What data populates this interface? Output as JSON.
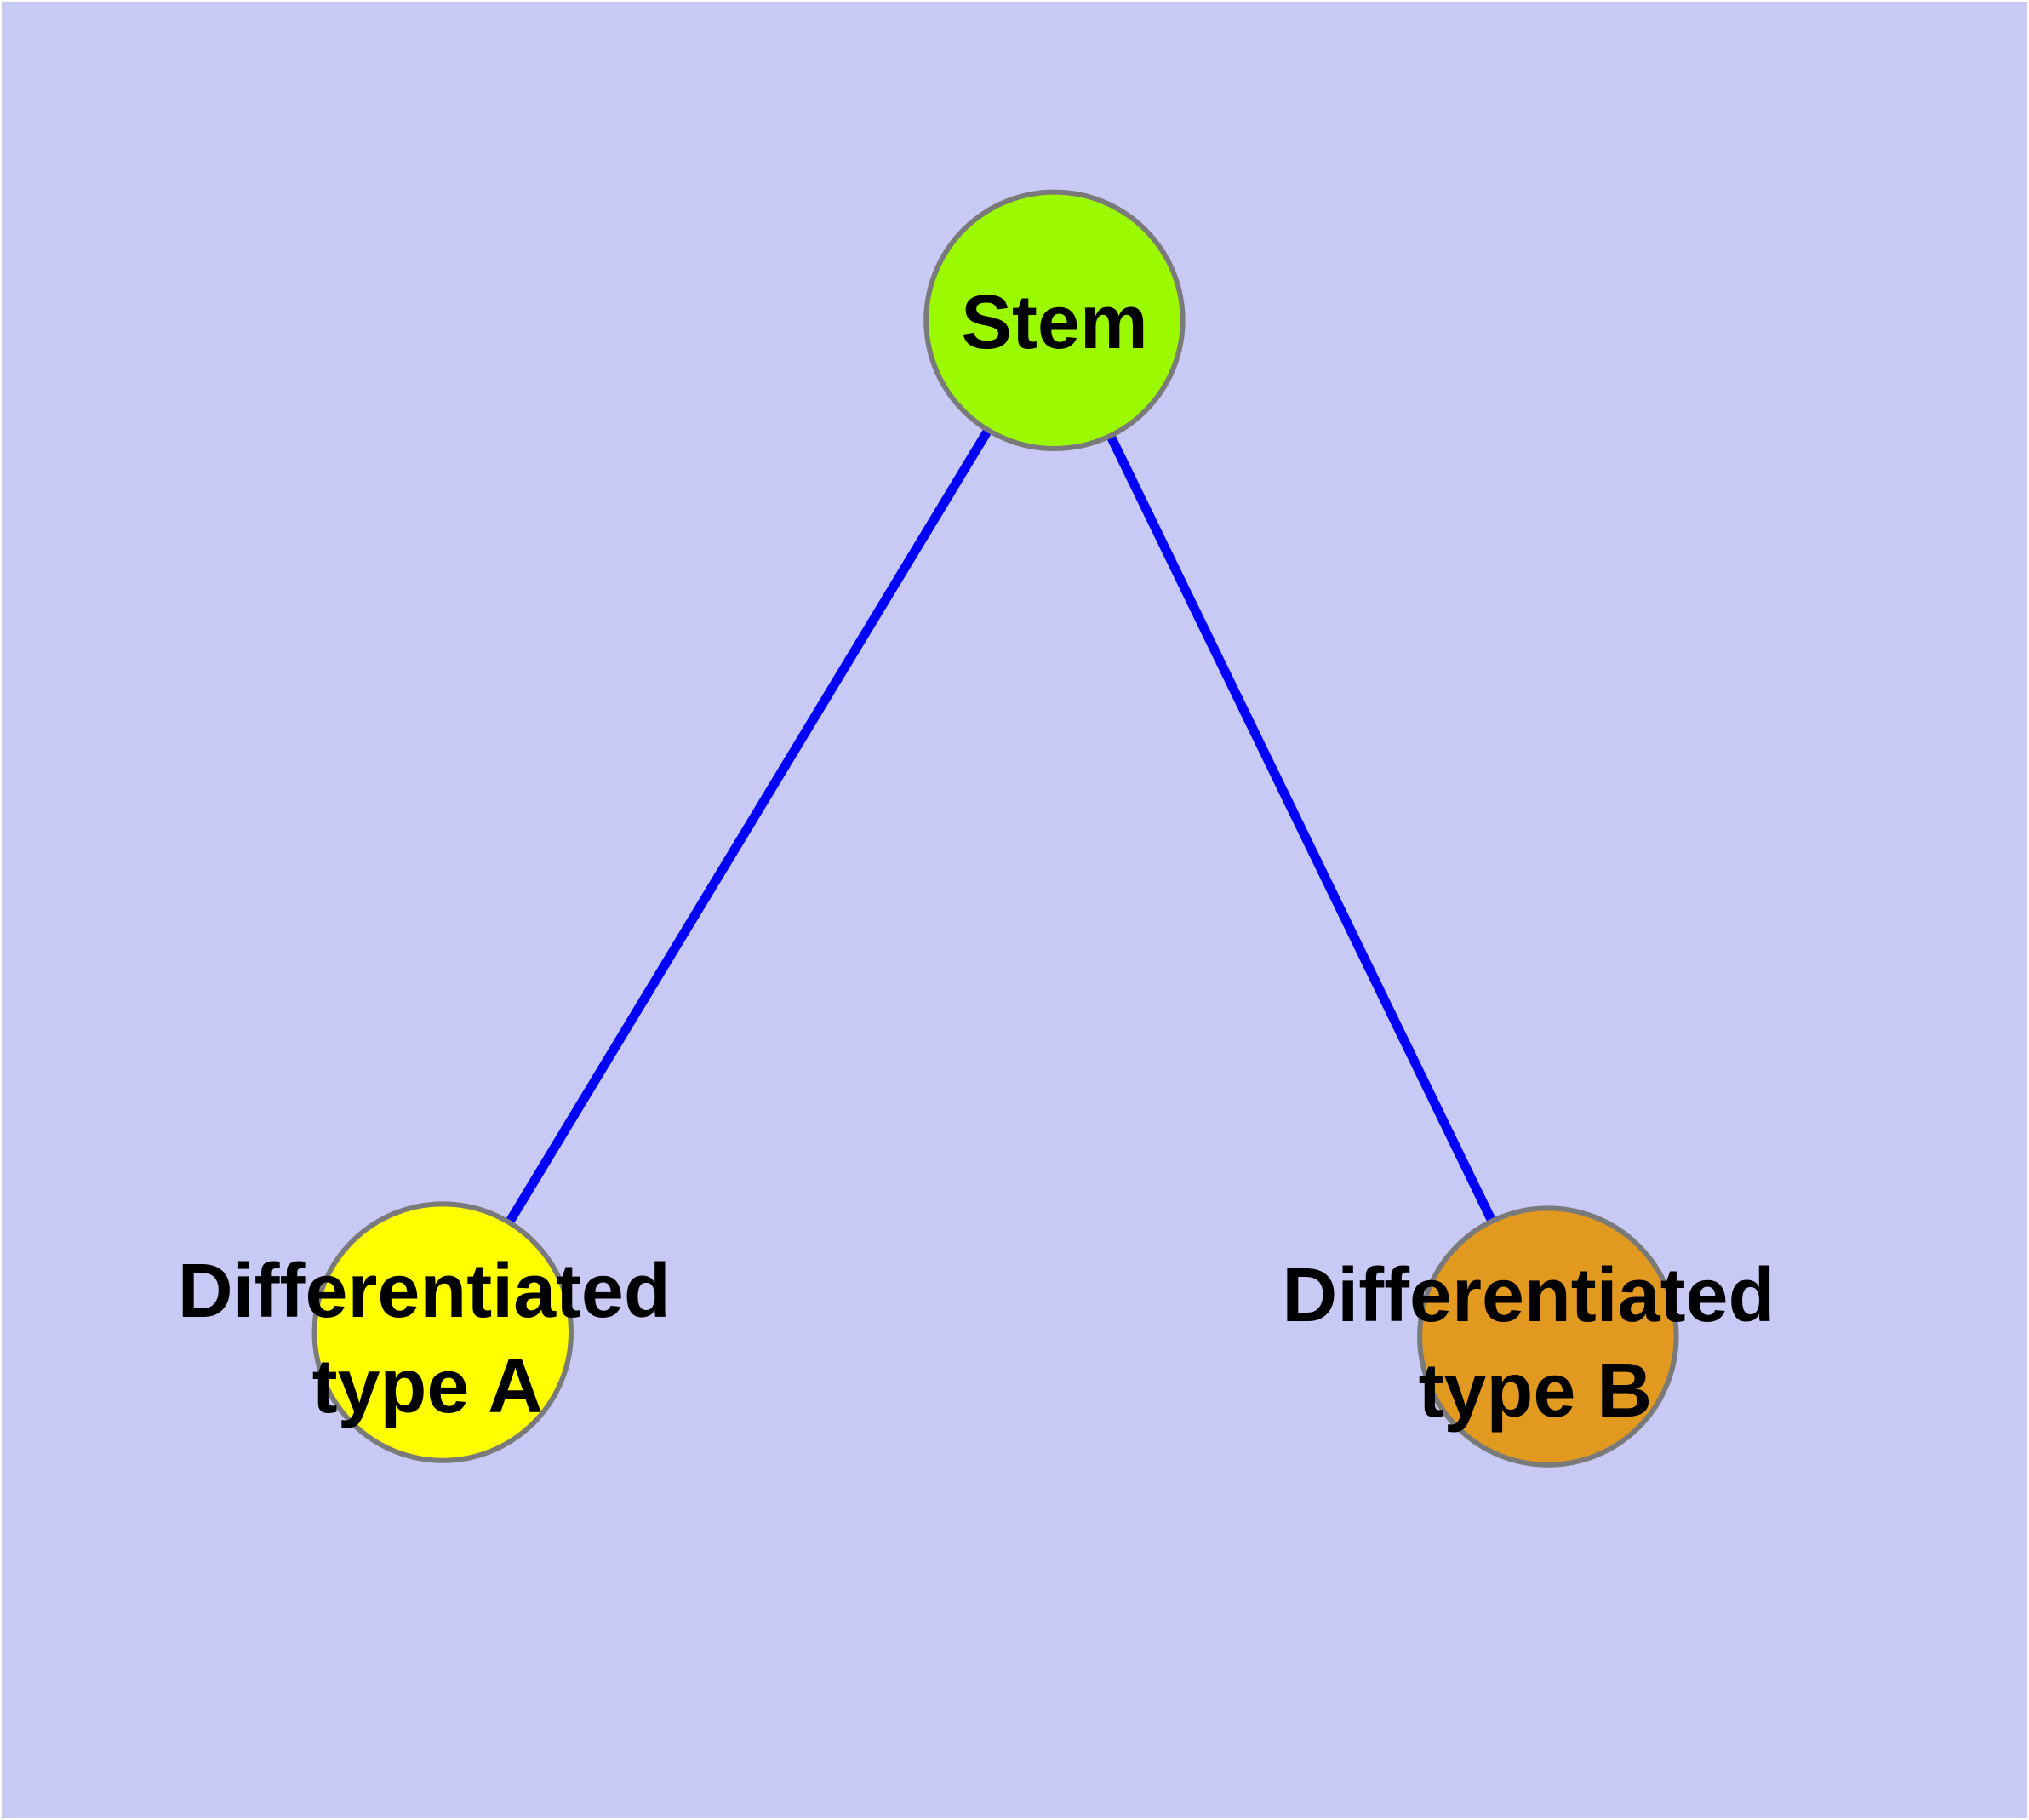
{
  "diagram": {
    "description": "Stem cell differentiation graph: one stem node linked to two differentiated cell type nodes",
    "background_color": "#c9c9f6",
    "frame_color": "#ffffff"
  },
  "colors": {
    "edge": "#0000fa",
    "node_border": "#7a7a7a",
    "label_text": "#000000"
  },
  "nodes": {
    "stem": {
      "label": "Stem",
      "color": "#9cfa00"
    },
    "type_a": {
      "label_line1": "Differentiated",
      "label_line2": "type A",
      "color": "#ffff00"
    },
    "type_b": {
      "label_line1": "Differentiated",
      "label_line2": "type B",
      "color": "#e2991f"
    }
  },
  "edges": [
    {
      "from": "Stem",
      "to": "Differentiated type A"
    },
    {
      "from": "Stem",
      "to": "Differentiated type B"
    }
  ]
}
